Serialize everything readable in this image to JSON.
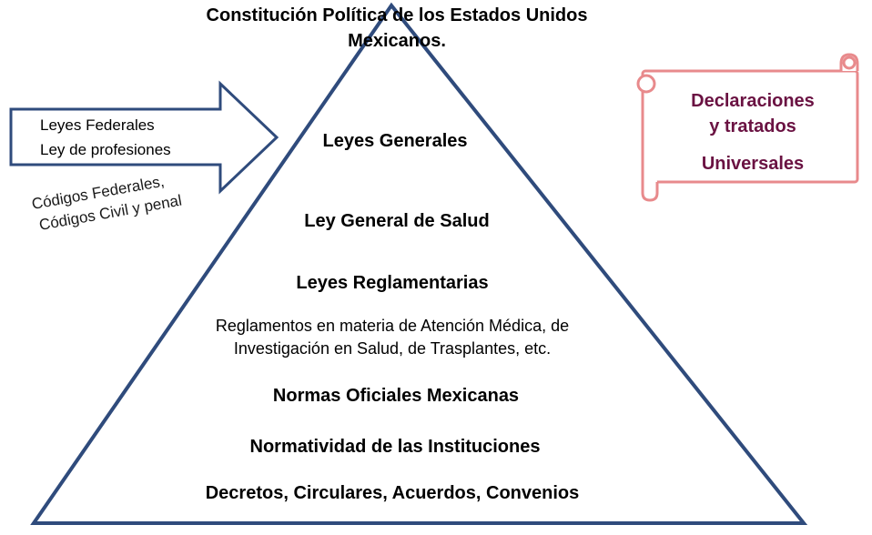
{
  "title": {
    "line1": "Constitución Política de los Estados Unidos",
    "line2": "Mexicanos."
  },
  "arrow": {
    "line1": "Leyes Federales",
    "line2": "Ley de profesiones"
  },
  "codes_note": {
    "line1": "Códigos Federales,",
    "line2": "Códigos Civil y penal"
  },
  "scroll": {
    "line1": "Declaraciones",
    "line2": "y tratados",
    "line3": "Universales"
  },
  "levels": {
    "leyes_generales": "Leyes Generales",
    "ley_salud": "Ley General de Salud",
    "leyes_reglamentarias": "Leyes Reglamentarias",
    "reglamentos_line1": "Reglamentos  en materia de Atención Médica, de",
    "reglamentos_line2": "Investigación  en Salud, de Trasplantes,  etc.",
    "normas": "Normas Oficiales Mexicanas",
    "normatividad": "Normatividad de las Instituciones",
    "decretos": "Decretos, Circulares, Acuerdos, Convenios"
  },
  "colors": {
    "pyramid_stroke": "#2f4b7c",
    "arrow_stroke": "#2f4b7c",
    "scroll_stroke": "#e88a8c",
    "scroll_text": "#6a1242",
    "text": "#000000",
    "codes_text": "#1a1a1a"
  }
}
